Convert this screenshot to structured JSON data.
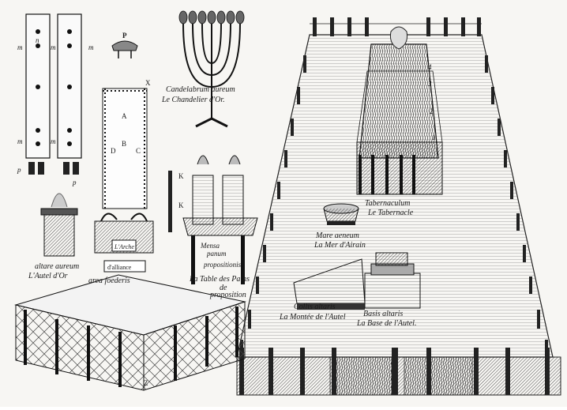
{
  "labels": {
    "candelabrum_latin": "Candelabrum aureum",
    "candelabrum_french": "Le Chandelier d'Or.",
    "tabernaculum_latin": "Tabernaculum",
    "tabernaculum_french": "Le Tabernacle",
    "mare_latin": "Mare aeneum",
    "mare_french": "La Mer d'Airain",
    "altare_latin": "altare aureum",
    "altare_french": "L'Autel d'Or",
    "area_latin": "area foederis",
    "arche": "L'Arche",
    "alliance": "d'alliance",
    "mensa_latin_1": "Mensa",
    "mensa_latin_2": "panum",
    "mensa_latin_3": "propositionis",
    "table_french_1": "La Table des Pains",
    "table_french_2": "de",
    "table_french_3": "proposition",
    "collis_latin": "Collis altaris",
    "collis_french": "La Montée de l'Autel",
    "basis_latin": "Basis altaris",
    "basis_french": "La Base de l'Autel."
  },
  "letters": {
    "P_top": "P",
    "X": "X",
    "A": "A",
    "B": "B",
    "C": "C",
    "D": "D",
    "K1": "K",
    "K2": "K",
    "Z": "Z",
    "m1": "m",
    "m2": "m",
    "m3": "m",
    "m4": "m",
    "m5": "m",
    "n": "n",
    "p1": "p",
    "p2": "p",
    "num1": "1",
    "num2": "2",
    "num3": "3",
    "num4": "4"
  }
}
